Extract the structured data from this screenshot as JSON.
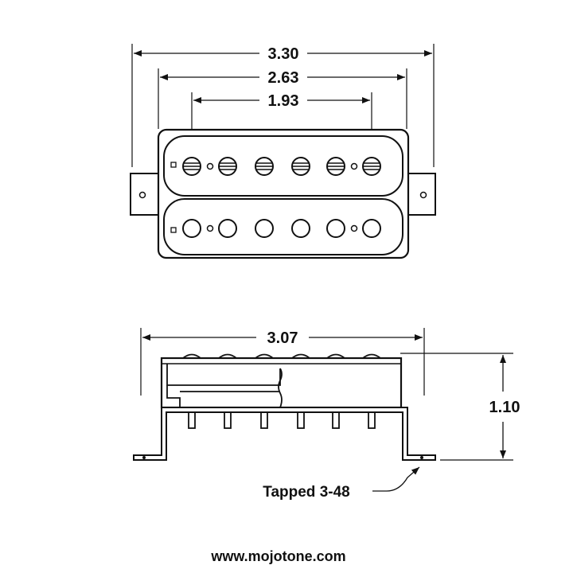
{
  "top_view": {
    "dimensions": {
      "overall_width": "3.30",
      "mounting_hole_spacing": "2.63",
      "pole_spacing": "1.93"
    }
  },
  "side_view": {
    "dimensions": {
      "base_plate_width": "3.07",
      "height": "1.10"
    },
    "callout": "Tapped 3-48"
  },
  "footer": {
    "website": "www.mojotone.com"
  }
}
